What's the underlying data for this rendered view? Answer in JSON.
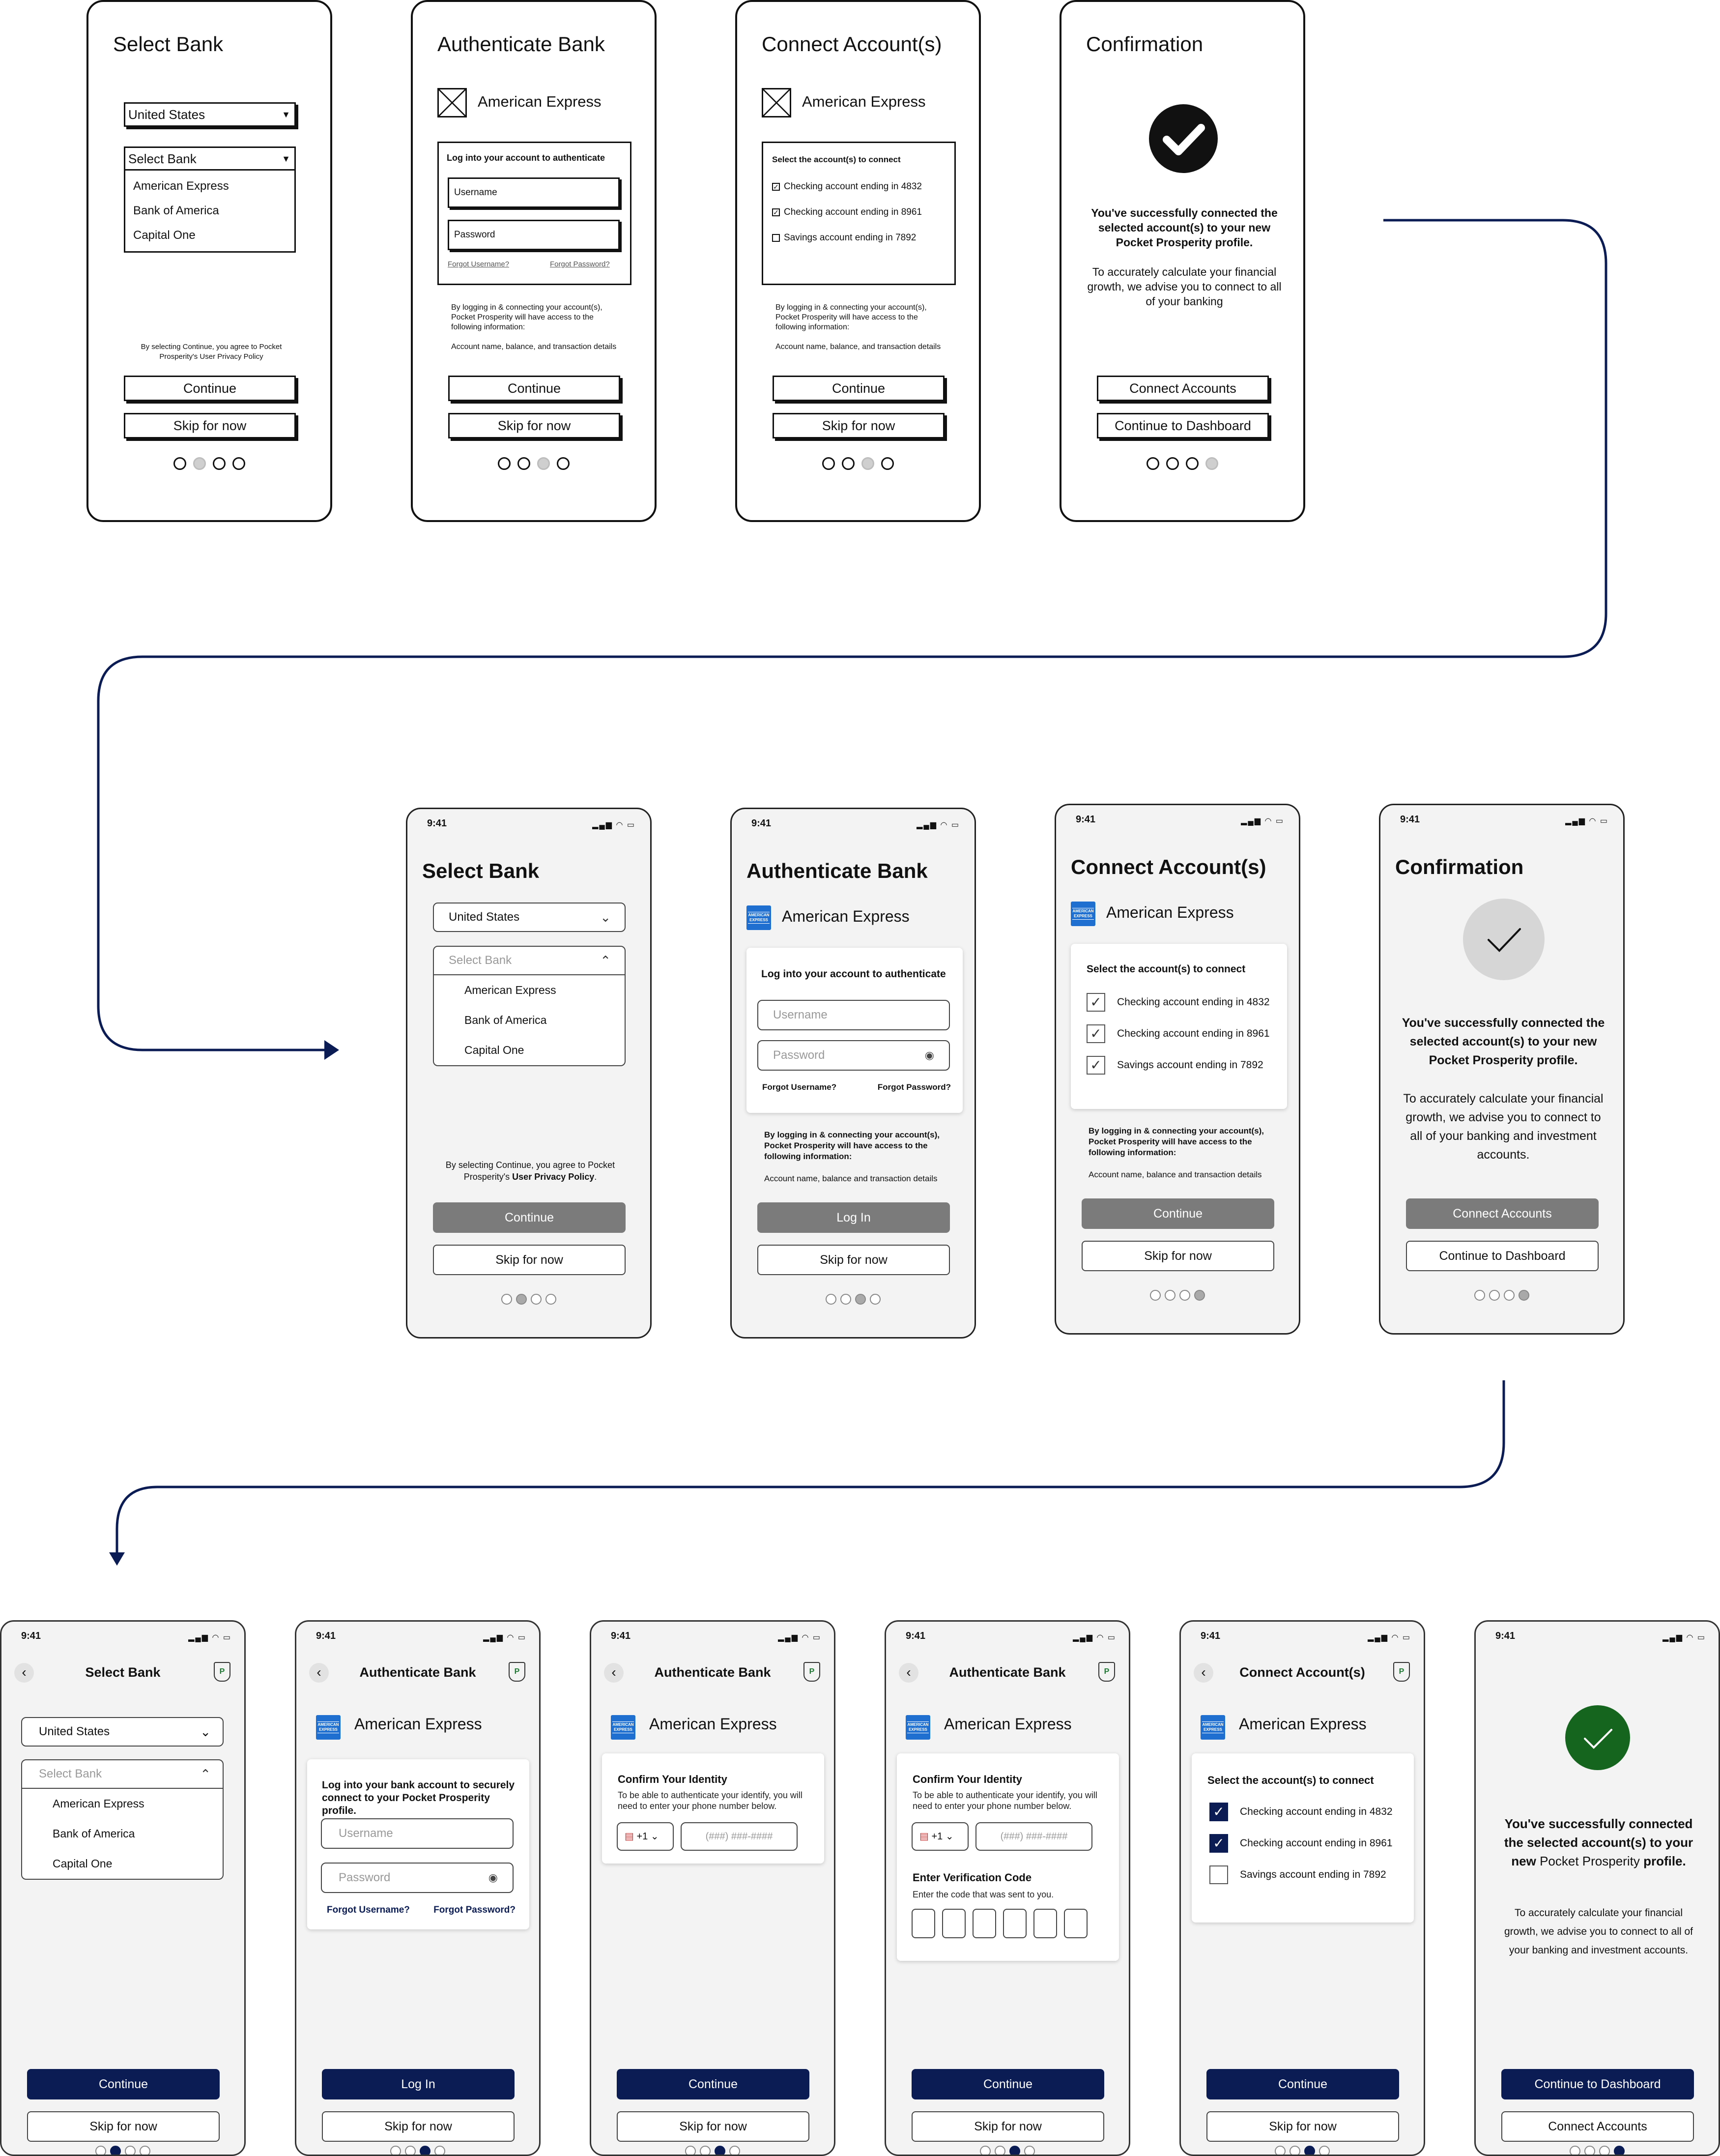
{
  "sketch": {
    "select_bank": {
      "title": "Select Bank",
      "country": "United States",
      "bank_placeholder": "Select Bank",
      "banks": [
        "American Express",
        "Bank of America",
        "Capital One"
      ],
      "terms": "By selecting Continue, you agree to Pocket Prosperity's User Privacy Policy",
      "continue": "Continue",
      "skip": "Skip for now"
    },
    "authenticate": {
      "title": "Authenticate Bank",
      "bank": "American Express",
      "login_heading": "Log into your account to authenticate",
      "username": "Username",
      "password": "Password",
      "forgot_username": "Forgot Username?",
      "forgot_password": "Forgot Password?",
      "access_note": "By logging in & connecting your account(s), Pocket Prosperity will have access to the following information:",
      "access_items": "Account name, balance, and transaction details",
      "continue": "Continue",
      "skip": "Skip for now"
    },
    "connect": {
      "title": "Connect Account(s)",
      "bank": "American Express",
      "heading": "Select the account(s) to connect",
      "accounts": [
        "Checking account ending in 4832",
        "Checking account ending in 8961",
        "Savings account ending in 7892"
      ],
      "access_note": "By logging in & connecting your account(s), Pocket Prosperity will have access to the following information:",
      "access_items": "Account name, balance, and transaction details",
      "continue": "Continue",
      "skip": "Skip for now"
    },
    "confirmation": {
      "title": "Confirmation",
      "success": "You've successfully connected the selected account(s) to your new Pocket Prosperity profile.",
      "advice": "To accurately calculate your financial growth, we advise you to connect to all of your banking",
      "connect_accounts": "Connect Accounts",
      "dashboard": "Continue to Dashboard"
    }
  },
  "hifi": {
    "time": "9:41",
    "select_bank": {
      "title": "Select Bank",
      "country": "United States",
      "bank_placeholder": "Select Bank",
      "banks": [
        "American Express",
        "Bank of America",
        "Capital One"
      ],
      "terms_a": "By selecting Continue, you agree to Pocket Prosperity's",
      "terms_b": "User Privacy Policy",
      "continue": "Continue",
      "skip": "Skip for now"
    },
    "authenticate": {
      "title": "Authenticate Bank",
      "bank": "American Express",
      "login_heading": "Log into your account to authenticate",
      "username": "Username",
      "password": "Password",
      "forgot_username": "Forgot Username?",
      "forgot_password": "Forgot Password?",
      "access_note": "By logging in & connecting your account(s), Pocket Prosperity will have access to the following information:",
      "access_items": "Account name, balance and transaction details",
      "login": "Log In",
      "skip": "Skip for now"
    },
    "connect": {
      "title": "Connect Account(s)",
      "bank": "American Express",
      "heading": "Select the account(s) to connect",
      "accounts": [
        "Checking account ending in 4832",
        "Checking account ending in 8961",
        "Savings account ending in 7892"
      ],
      "access_note": "By logging in & connecting your account(s), Pocket Prosperity will have access to the following information:",
      "access_items": "Account name, balance and transaction details",
      "continue": "Continue",
      "skip": "Skip for now"
    },
    "confirmation": {
      "title": "Confirmation",
      "success": "You've successfully connected the selected account(s) to your new Pocket Prosperity profile.",
      "advice": "To accurately calculate your financial growth, we advise you to connect to all of your banking and investment accounts.",
      "connect_accounts": "Connect Accounts",
      "dashboard": "Continue to Dashboard"
    }
  },
  "final": {
    "time": "9:41",
    "select_bank": {
      "header": "Select Bank",
      "country": "United States",
      "bank_placeholder": "Select Bank",
      "banks": [
        "American Express",
        "Bank of America",
        "Capital One"
      ],
      "continue": "Continue",
      "skip": "Skip for now"
    },
    "authenticate": {
      "header": "Authenticate Bank",
      "bank": "American Express",
      "login_heading": "Log into your bank account to securely connect to your Pocket Prosperity profile.",
      "username": "Username",
      "password": "Password",
      "forgot_username": "Forgot Username?",
      "forgot_password": "Forgot Password?",
      "login": "Log In",
      "skip": "Skip for now"
    },
    "identity": {
      "header": "Authenticate Bank",
      "bank": "American Express",
      "heading": "Confirm Your Identity",
      "text": "To be able to authenticate your identify, you will need to enter your phone number below.",
      "code": "+1",
      "phone_placeholder": "(###) ###-####",
      "continue": "Continue",
      "skip": "Skip for now"
    },
    "verify": {
      "header": "Authenticate Bank",
      "bank": "American Express",
      "heading": "Confirm Your Identity",
      "text": "To be able to authenticate your identify, you will need to enter your phone number below.",
      "code": "+1",
      "phone_placeholder": "(###) ###-####",
      "code_heading": "Enter Verification Code",
      "code_text": "Enter the code that was sent to you.",
      "continue": "Continue",
      "skip": "Skip for now"
    },
    "connect": {
      "header": "Connect Account(s)",
      "bank": "American Express",
      "heading": "Select the account(s) to connect",
      "accounts": [
        "Checking account ending in 4832",
        "Checking account ending in 8961",
        "Savings account ending in 7892"
      ],
      "checked": [
        true,
        true,
        false
      ],
      "continue": "Continue",
      "skip": "Skip for now"
    },
    "confirmation": {
      "success_a": "You've successfully connected the selected account(s) to your new",
      "success_b": "Pocket Prosperity",
      "success_c": "profile.",
      "advice": "To accurately calculate your financial growth, we advise you to connect to all of your banking and investment accounts.",
      "dashboard": "Continue to Dashboard",
      "connect_accounts": "Connect Accounts"
    }
  },
  "colors": {
    "navy": "#0b1c55",
    "green": "#15651f",
    "amex_blue": "#1f6fd0",
    "grey_button": "#7b7b7b"
  }
}
